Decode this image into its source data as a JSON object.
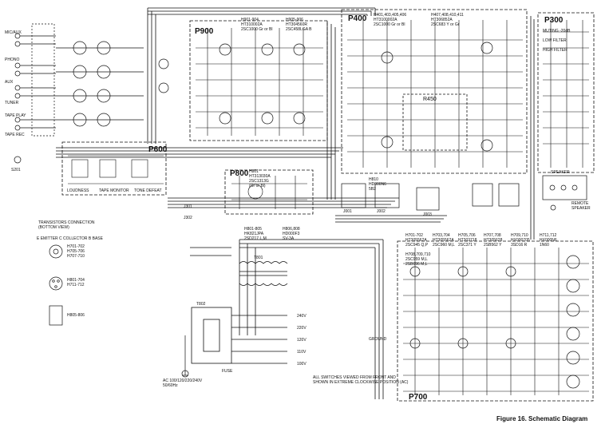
{
  "figure": {
    "caption": "Figure 16. Schematic Diagram"
  },
  "blocks": {
    "p900": "P900",
    "p400": "P400",
    "p300": "P300",
    "p600": "P600",
    "p800": "P800",
    "p700": "P700",
    "r450": "R450"
  },
  "inputs": {
    "phono": "PHONO",
    "aux": "AUX",
    "tuner": "TUNER",
    "tape_play": "TAPE PLAY",
    "tape_rec": "TAPE REC",
    "mic": "MIC/AUX"
  },
  "p900_parts": {
    "left": "H901-904\nHT310002A\n2SC1000 Gr or Bl",
    "right": "H905-906\nHT304560R\n2SC458LGA B"
  },
  "p400_parts": {
    "left": "H401,403,405,406\nHT3100002A\n2SC1000 Gr or Bl",
    "right": "H407,408,410,411\nHT306852A\n2SC683 Y or Gr"
  },
  "p800_parts": {
    "main": "H801\nHT313030A\n2SC1313G\n(Gr or Bl)"
  },
  "power_parts": {
    "h801": "H801-805\nHK821JPA\n2SD217 L,M",
    "h806": "H806,808\nHD000F3\nSV-3A",
    "h810": "H810\nHD000N6\n5B2"
  },
  "p700_parts": {
    "col1": "H701-702\nHT305562A\n2SC945 Q,P",
    "col2": "H703,704\nHT305562A\n2SC960 M,L",
    "col3": "H705,706\nHT303718\n2SC371 Y",
    "col4": "H707,708\nHT305628\n2SB562 Y",
    "col5": "H709,710\nHX000705\n3SD16 R",
    "col6": "H711,712\nHX000N6\n1N60",
    "extra": "H708,709,710\n2SC959 M,L\n2SB696 M,L"
  },
  "transistor_legend": {
    "title": "TRANSISTORS CONNECTION\n(BOTTOM VIEW)",
    "pins": "E EMITTER  C COLLECTOR  B BASE",
    "groups": [
      "H701-702\nH705-706\nH707-710",
      "H801-704\nH711-712",
      "H805-806"
    ]
  },
  "voltage_taps": [
    "240V",
    "220V",
    "120V",
    "110V",
    "100V"
  ],
  "ac_input": "AC 100/120/220/240V\n50/60Hz",
  "fuse": "FUSE",
  "note": "ALL SWITCHES VIEWED FROM FRONT AND\nSHOWN IN EXTREME CLOCKWISE POSITION (AC)",
  "speaker": "SPEAKER",
  "remote": "REMOTE\nSPEAKER",
  "ground": "GROUND",
  "sub_labels": {
    "loudness": "LOUDNESS",
    "tape_monitor": "TAPE MONITOR",
    "tone": "TONE DEFEAT",
    "muting": "MUTING -20dB",
    "low_filter": "LOW FILTER",
    "high_filter": "HIGH FILTER"
  },
  "refs": {
    "j301": "J301",
    "j302": "J302",
    "j001": "J001",
    "j002": "J002",
    "j003": "J003",
    "s201": "S201",
    "t801": "T801",
    "t802": "T802"
  }
}
